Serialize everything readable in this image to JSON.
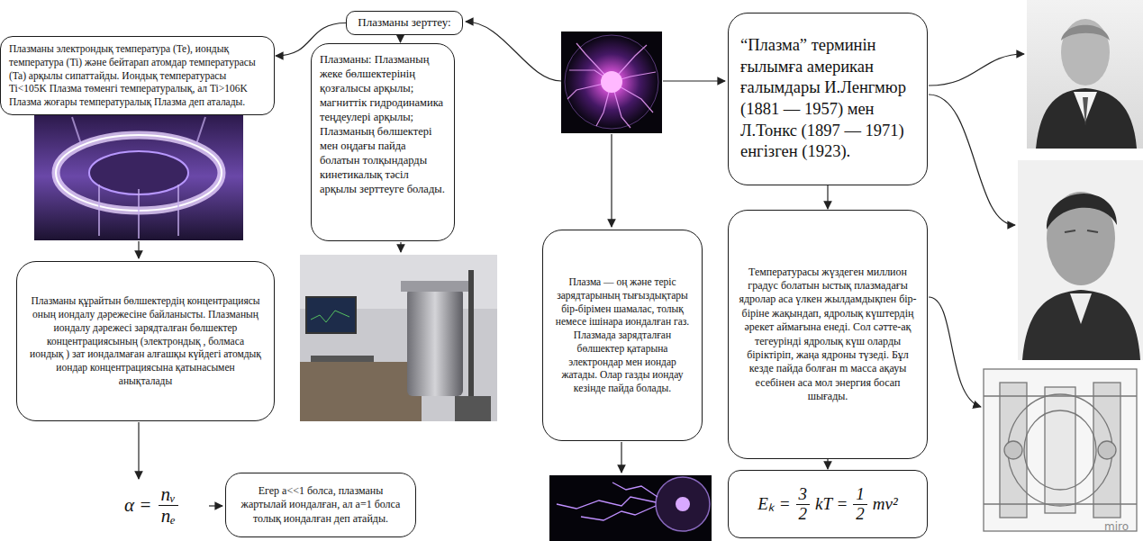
{
  "diagram": {
    "nodes": [
      {
        "text": [
          "Плазманы зерттеу:"
        ]
      },
      {
        "text": [
          "Плазманы электрондық температура (Te), иондық температура (Ti) және бейтарап атомдар температурасы (Ta) арқылы сипаттайды. Иондық температурасы Ti<105K Плазма төменгі температуралық, ал Ti>106K Плазма жоғары температуралық Плазма деп аталады."
        ]
      },
      {
        "text": [
          "Плазманы: Плазманың жеке бөлшектерінің қозғалысы арқылы; магниттік гидродинамика теңдеулері арқылы; Плазманың бөлшектері мен оңдағы пайда болатын толқындарды кинетикалық тәсіл арқылы зерттеуге болады."
        ]
      },
      {
        "text": [
          "“Плазма” терминін ғылымға американ ғалымдары И.Ленгмюр (1881 — 1957) мен Л.Тонкс (1897 — 1971) енгізген (1923)."
        ]
      },
      {
        "text": [
          "Плазманы құрайтын бөлшектердің концентрациясы оның иондалу дәрежесіне байланысты. Плазманың иондалу дәрежесі зарядталған бөлшектер концентрациясының (электрондық , болмаса иондық ) зат иондалмаған алғашқы күйдегі атомдық иондар концентрациясына қатынасымен анықталады"
        ]
      },
      {
        "text": [
          "Плазма — оң және теріс зарядтарының тығыздықтары бір-бірімен шамалас, толық немесе ішінара иондалған газ. Плазмада зарядталған бөлшектер қатарына электрондар мен иондар жатады. Олар газды иондау кезінде пайда болады."
        ]
      },
      {
        "text": [
          "Температурасы жүздеген миллион градус болатын ыстық плазмадағы ядролар аса үлкен жылдамдықпен бір-біріне жақындап, ядролық күштердің әрекет аймағына енеді. Сол сәтте-ақ тегеурінді ядролық күш оларды біріктіріп, жаңа ядроны түзеді. Бұл кезде пайда болған m масса ақауы есебінен аса мол энергия босап шығады."
        ]
      },
      {
        "text": [
          "Eₖ =",
          "3",
          "2",
          "kT =",
          "1",
          "2",
          "mv²"
        ]
      },
      {
        "text": [
          "Егер a<<1 болса, плазманы жартылай иондалған, ал a=1 болса толық иондалған деп атайды."
        ]
      }
    ],
    "edges": [
      {
        "from": 0,
        "to": 1,
        "arrow": "to"
      },
      {
        "from": 0,
        "to": 2,
        "arrow": "to"
      },
      {
        "from": 3,
        "to": 6,
        "arrow": "to"
      },
      {
        "from": 6,
        "to": 7,
        "arrow": "to"
      }
    ],
    "labels": [
      "α =",
      "nᵥ",
      "nₑ",
      "miro"
    ]
  }
}
